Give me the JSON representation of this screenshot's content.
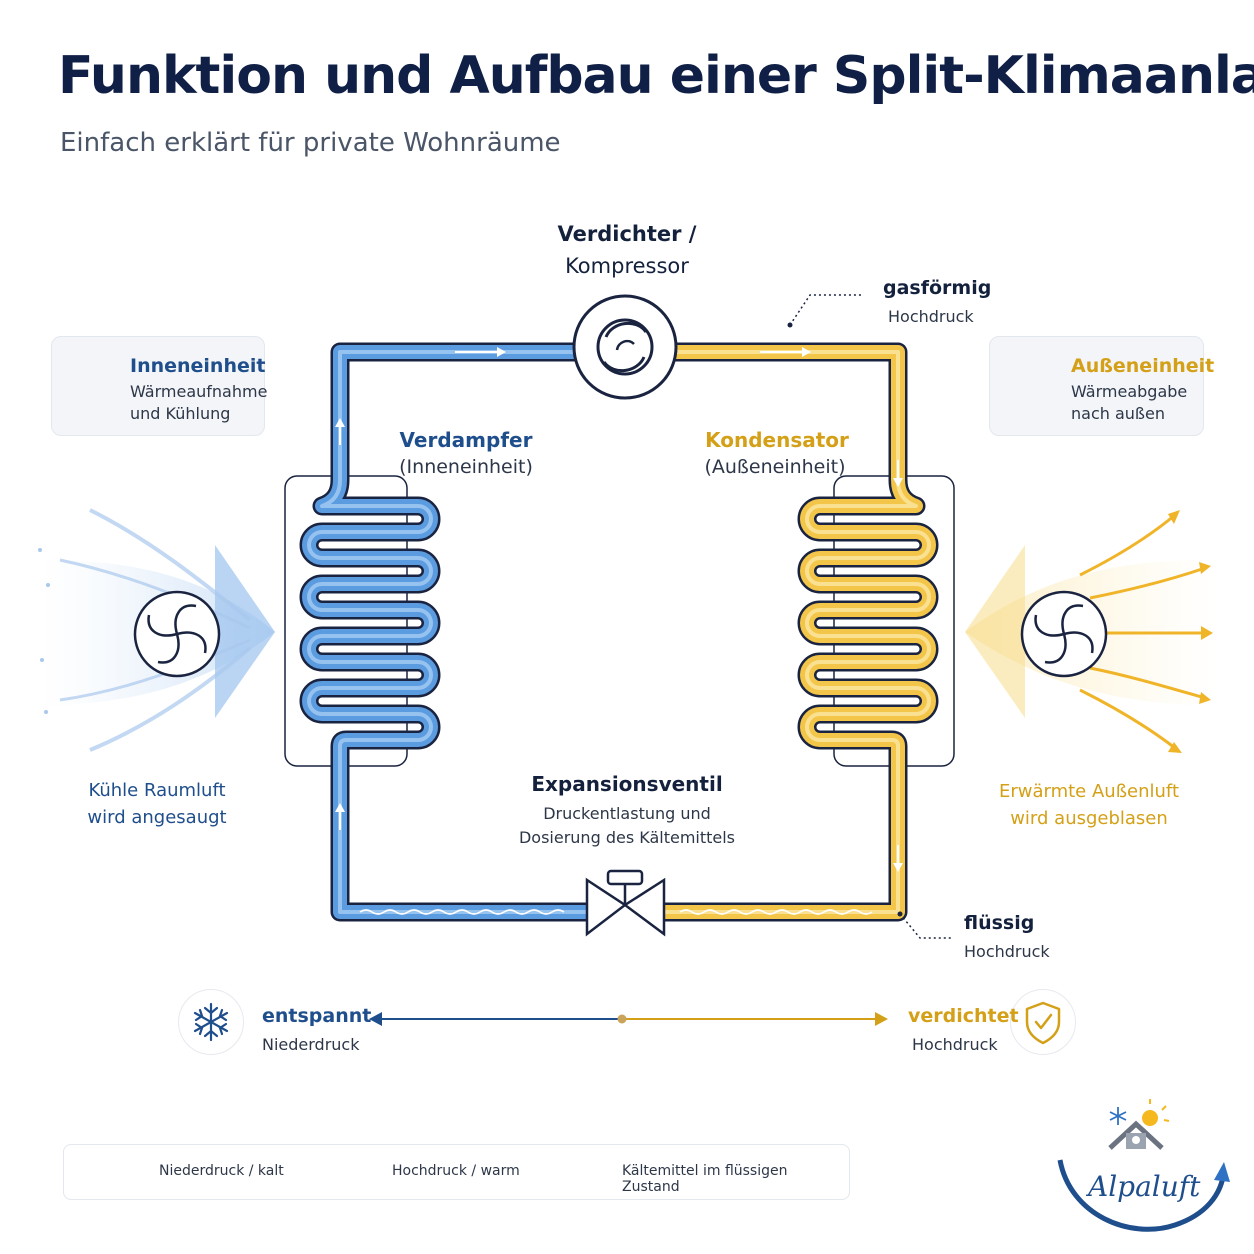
{
  "header": {
    "title": "Funktion und Aufbau einer Split-Klimaanlage",
    "subtitle": "Einfach erklärt für private Wohnräume"
  },
  "components": {
    "compressor": {
      "line1": "Verdichter /",
      "line2": "Kompressor"
    },
    "evaporator": {
      "title": "Verdampfer",
      "sub": "(Inneneinheit)"
    },
    "condenser": {
      "title": "Kondensator",
      "sub": "(Außeneinheit)"
    },
    "expansion_valve": {
      "title": "Expansionsventil",
      "line1": "Druckentlastung und",
      "line2": "Dosierung des Kältemittels"
    }
  },
  "states": {
    "gas": {
      "title": "gasförmig",
      "sub": "Hochdruck"
    },
    "liquid": {
      "title": "flüssig",
      "sub": "Hochdruck"
    }
  },
  "cards": {
    "indoor": {
      "title": "Inneneinheit",
      "line1": "Wärmeaufnahme",
      "line2": "und Kühlung",
      "icon": "house-icon"
    },
    "outdoor": {
      "title": "Außeneinheit",
      "line1": "Wärmeabgabe",
      "line2": "nach außen",
      "icon": "house-icon"
    }
  },
  "airflow": {
    "cool": {
      "line1": "Kühle Raumluft",
      "line2": "wird angesaugt"
    },
    "warm": {
      "line1": "Erwärmte Außenluft",
      "line2": "wird ausgeblasen"
    }
  },
  "pressure_scale": {
    "left": {
      "title": "entspannt",
      "sub": "Niederdruck",
      "icon": "snowflake-icon"
    },
    "right": {
      "title": "verdichtet",
      "sub": "Hochdruck",
      "icon": "shield-check-icon"
    }
  },
  "legend": {
    "low": "Niederdruck / kalt",
    "high": "Hochdruck / warm",
    "liquid": "Kältemittel im flüssigen Zustand"
  },
  "brand": {
    "name": "Alpaluft"
  },
  "colors": {
    "cold": "#5b9be0",
    "cold_dark": "#1f4e8c",
    "warm": "#f3c64a",
    "warm_dark": "#d4a017",
    "ink": "#14213d"
  }
}
